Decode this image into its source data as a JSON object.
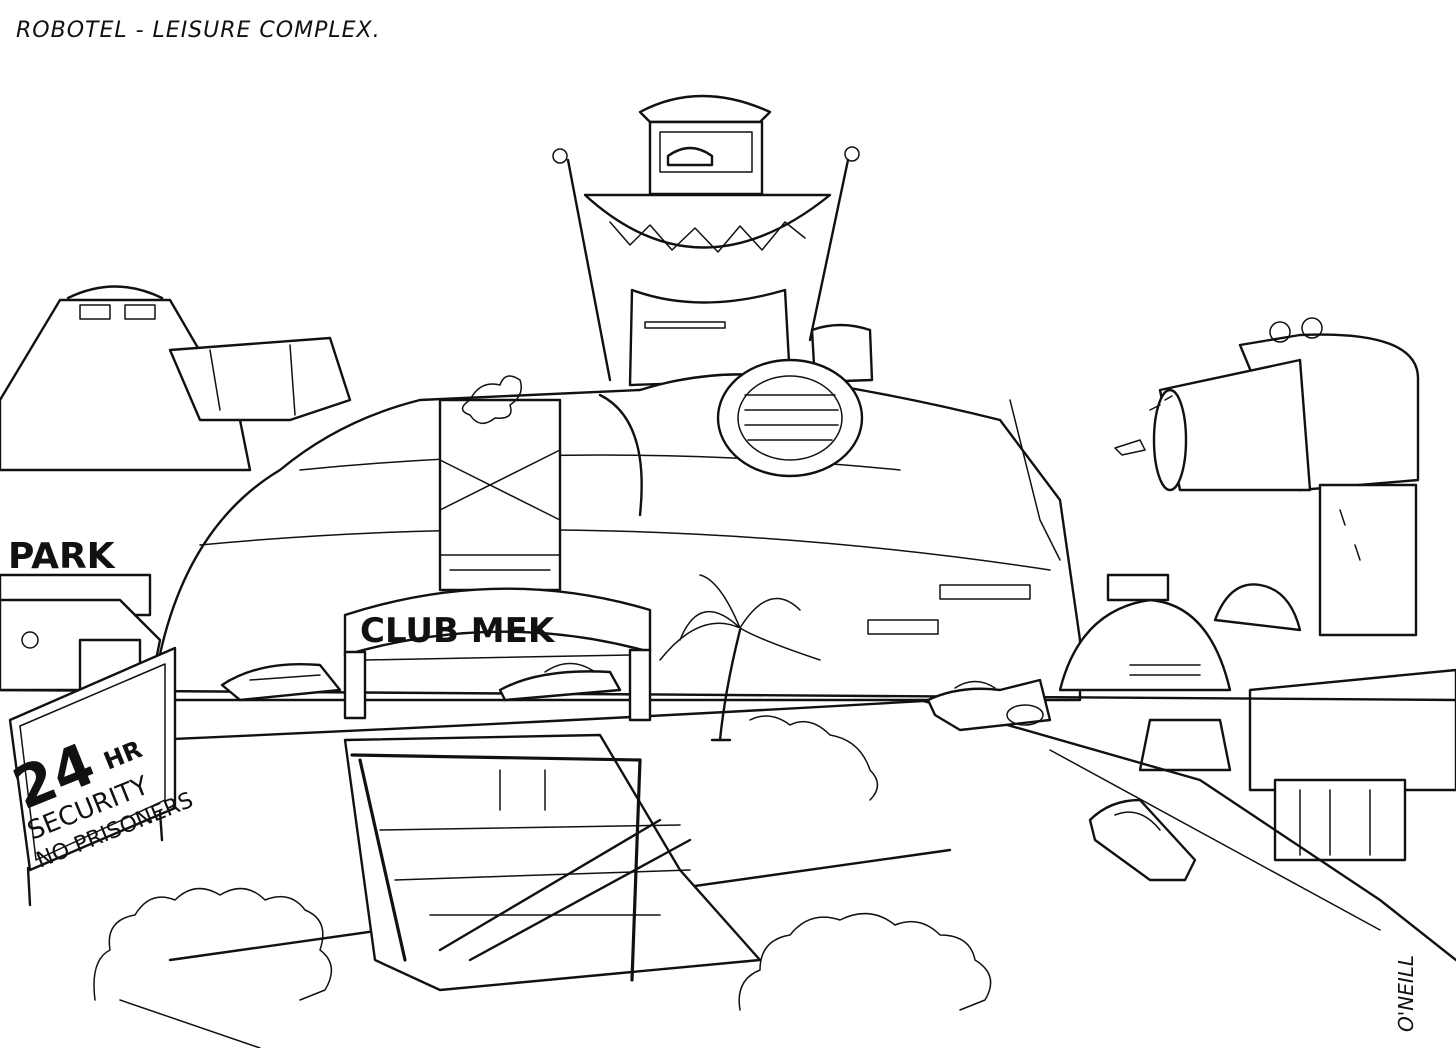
{
  "caption": "ROBOTEL - LEISURE COMPLEX.",
  "signs": {
    "club": "CLUB MEK",
    "park": "PARK",
    "billboard_big": "24",
    "billboard_hr": "HR",
    "billboard_line1": "SECURITY",
    "billboard_line2": "NO PRISONERS"
  },
  "signature": "O'NEILL"
}
